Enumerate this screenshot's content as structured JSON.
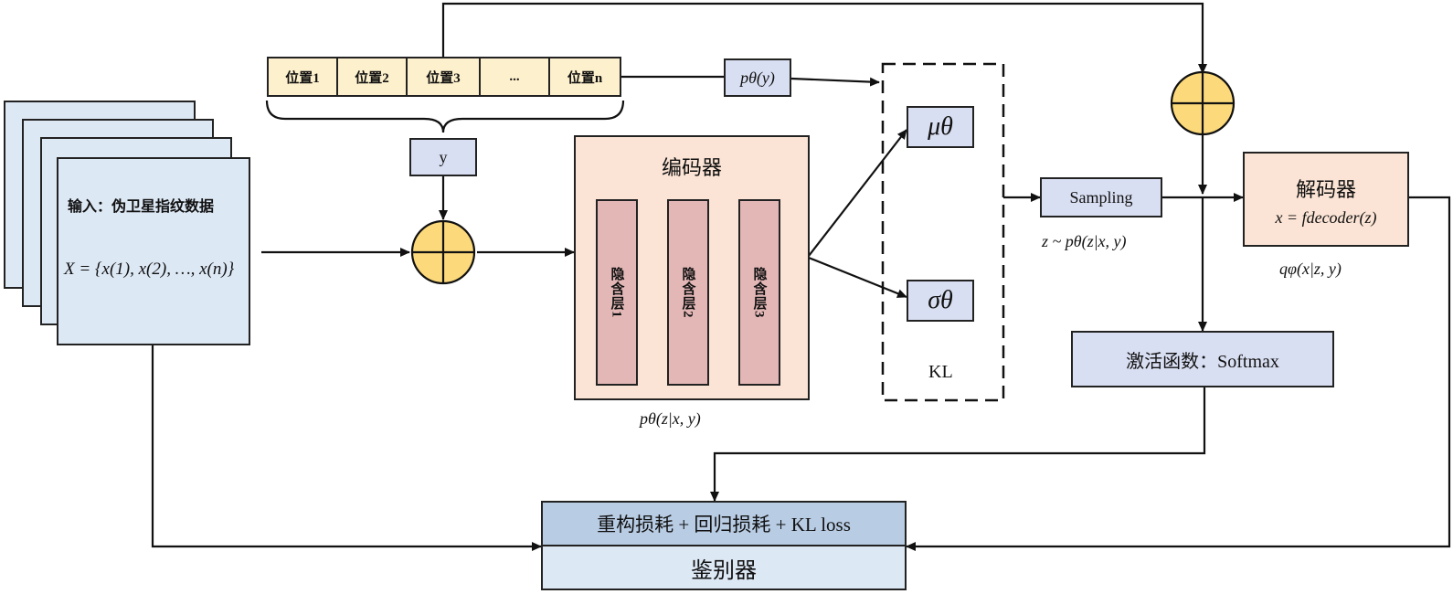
{
  "input": {
    "title": "输入：伪卫星指纹数据",
    "formula": "X = {x(1), x(2), …, x(n)}"
  },
  "positions": [
    "位置1",
    "位置2",
    "位置3",
    "...",
    "位置n"
  ],
  "y_label": "y",
  "py_label": "pθ(y)",
  "encoder": {
    "title": "编码器",
    "layers": [
      "隐含层1",
      "隐含层2",
      "隐含层3"
    ],
    "caption": "pθ(z|x, y)"
  },
  "latent": {
    "mu": "μθ",
    "sigma": "σθ",
    "kl": "KL"
  },
  "sampling": {
    "label": "Sampling",
    "caption": "z ~ pθ(z|x, y)"
  },
  "decoder": {
    "title": "解码器",
    "formula": "x = fdecoder(z)",
    "caption": "qφ(x|z, y)"
  },
  "activation": "激活函数：Softmax",
  "loss": "重构损耗 + 回归损耗 + KL loss",
  "discriminator": "鉴别器",
  "colors": {
    "input_blue": "#dde8f5",
    "position_yellow": "#fdf0cc",
    "encoder_peach": "#fbe4d5",
    "hidden_pink": "#e3b7b6",
    "adder_yellow": "#fcd97a",
    "lavender": "#d9dff2",
    "loss_blue": "#b8cce4"
  }
}
